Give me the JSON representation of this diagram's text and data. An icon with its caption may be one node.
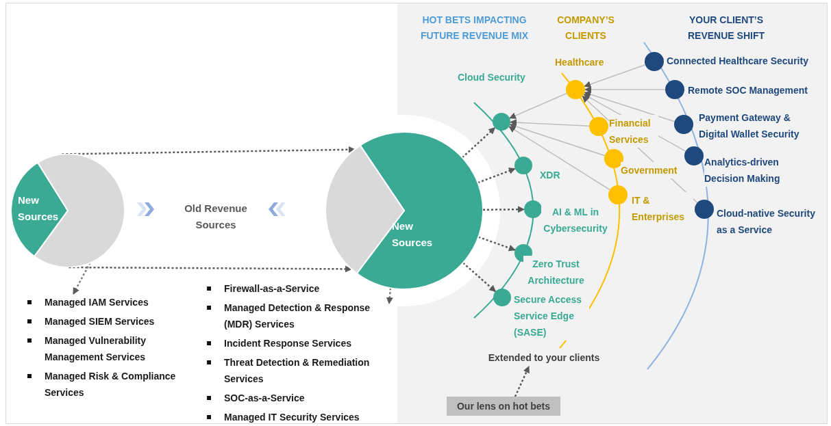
{
  "diagram": {
    "nodes": [
      {
        "text": [
          "New Sources"
        ]
      },
      {
        "text": [
          "Old Revenue Sources"
        ]
      },
      {
        "text": [
          "New Sources"
        ]
      },
      {
        "text": [
          "Managed IAM Services",
          "Managed SIEM Services",
          "Managed Vulnerability Management Services",
          "Managed Risk & Compliance Services"
        ]
      },
      {
        "text": [
          "Firewall-as-a-Service",
          "Managed Detection & Response (MDR) Services",
          "Incident Response Services",
          "Threat Detection & Remediation Services",
          "SOC-as-a-Service",
          "Managed IT Security Services"
        ]
      },
      {
        "text": [],
        "shape": "circle",
        "beside": [
          "Cloud Security"
        ]
      },
      {
        "text": [],
        "shape": "circle",
        "beside": [
          "XDR"
        ]
      },
      {
        "text": [],
        "shape": "circle",
        "beside": [
          "AI & ML in Cybersecurity"
        ]
      },
      {
        "text": [],
        "shape": "circle",
        "beside": [
          "Zero Trust Architecture"
        ]
      },
      {
        "text": [],
        "shape": "circle",
        "beside": [
          "Secure Access Service Edge (SASE)"
        ]
      },
      {
        "text": [],
        "shape": "circle",
        "beside": [
          "Healthcare"
        ]
      },
      {
        "text": [],
        "shape": "circle",
        "beside": [
          "Financial Services"
        ]
      },
      {
        "text": [],
        "shape": "circle",
        "beside": [
          "Government"
        ]
      },
      {
        "text": [],
        "shape": "circle",
        "beside": [
          "IT & Enterprises"
        ]
      },
      {
        "text": [],
        "shape": "circle",
        "beside": [
          "Connected Healthcare Security"
        ]
      },
      {
        "text": [],
        "shape": "circle",
        "beside": [
          "Remote SOC Management"
        ]
      },
      {
        "text": [],
        "shape": "circle",
        "beside": [
          "Payment Gateway & Digital Wallet Security"
        ]
      },
      {
        "text": [],
        "shape": "circle",
        "beside": [
          "Analytics-driven Decision Making"
        ]
      },
      {
        "text": [],
        "shape": "circle",
        "beside": [
          "Cloud-native Security as a Service"
        ]
      },
      {
        "text": [
          "Extended to your clients"
        ]
      },
      {
        "text": [
          "Our lens on hot bets"
        ]
      }
    ],
    "edges": [
      {
        "from": 0,
        "to": 2,
        "arrow": "to",
        "style": "dashed",
        "color": "#595959"
      },
      {
        "from": 0,
        "to": 2,
        "arrow": "to",
        "style": "dashed",
        "color": "#595959"
      },
      {
        "from": 0,
        "to": 3,
        "arrow": "to",
        "style": "dashed",
        "color": "#7f7f7f"
      },
      {
        "from": 2,
        "to": 4,
        "arrow": "to",
        "style": "dashed",
        "color": "#7f7f7f"
      },
      {
        "from": 2,
        "to": 5,
        "arrow": "to",
        "style": "dashed",
        "color": "#595959"
      },
      {
        "from": 2,
        "to": 6,
        "arrow": "to",
        "style": "dashed",
        "color": "#595959"
      },
      {
        "from": 2,
        "to": 7,
        "arrow": "to",
        "style": "dashed",
        "color": "#595959"
      },
      {
        "from": 2,
        "to": 8,
        "arrow": "to",
        "style": "dashed",
        "color": "#595959"
      },
      {
        "from": 2,
        "to": 9,
        "arrow": "to",
        "style": "dashed",
        "color": "#595959"
      },
      {
        "from": 10,
        "to": 5,
        "arrow": "to"
      },
      {
        "from": 11,
        "to": 5,
        "arrow": "to"
      },
      {
        "from": 12,
        "to": 5,
        "arrow": "to"
      },
      {
        "from": 13,
        "to": 5,
        "arrow": "to"
      },
      {
        "from": 14,
        "to": 10,
        "arrow": "to"
      },
      {
        "from": 15,
        "to": 10,
        "arrow": "to"
      },
      {
        "from": 16,
        "to": 10,
        "arrow": "to"
      },
      {
        "from": 17,
        "to": 10,
        "arrow": "to"
      },
      {
        "from": 18,
        "to": 10,
        "arrow": "to"
      },
      {
        "from": 20,
        "to": 19,
        "arrow": "to",
        "style": "dashed",
        "color": "#595959"
      }
    ],
    "labels": [
      "HOT BETS IMPACTING FUTURE REVENUE MIX",
      "COMPANY’S CLIENTS",
      "YOUR CLIENT’S REVENUE SHIFT"
    ]
  }
}
